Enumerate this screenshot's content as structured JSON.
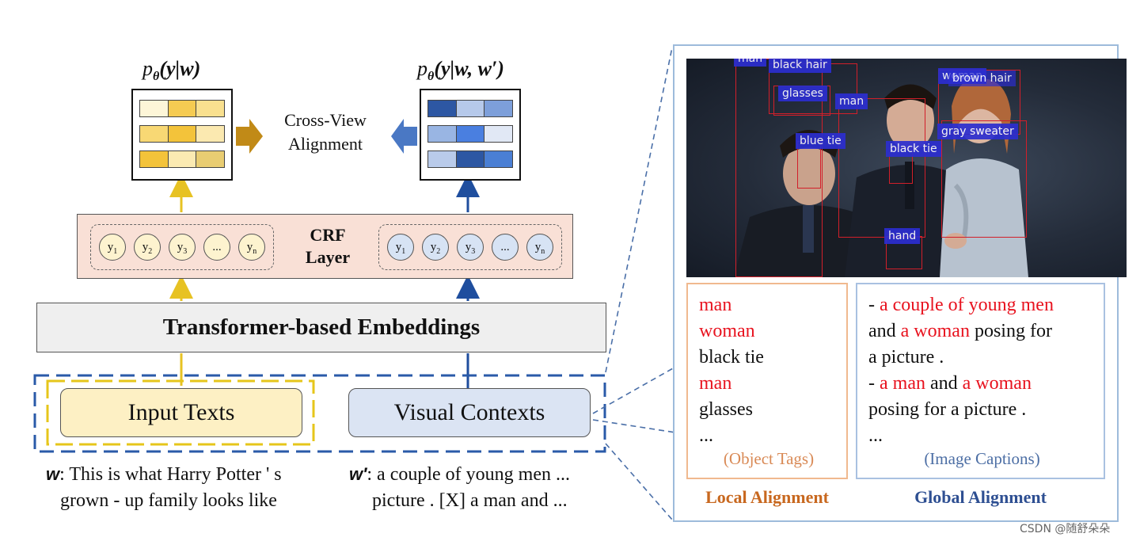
{
  "left": {
    "prob_left": {
      "p": "p",
      "theta": "θ",
      "args": "(y|w)"
    },
    "prob_right": {
      "p": "p",
      "theta": "θ",
      "args": "(y|w, w′)"
    },
    "cross_view": [
      "Cross-View",
      "Alignment"
    ],
    "crf_label": [
      "CRF",
      "Layer"
    ],
    "nodes": [
      "y1",
      "y2",
      "y3",
      "...",
      "yn"
    ],
    "embeddings": "Transformer-based Embeddings",
    "input_texts": "Input Texts",
    "visual_contexts": "Visual Contexts",
    "example_w": {
      "symbol": "w",
      "line1": ": This is what Harry Potter ' s",
      "line2": "grown - up family looks like"
    },
    "example_w2": {
      "symbol": "w′",
      "line1": ": a couple of young men ...",
      "line2": "picture . [X] a man and ..."
    },
    "colors": {
      "yellow": "#e7c223",
      "blue": "#1f4e9e",
      "brown_arrow": "#c18a17",
      "blue_arrow": "#4a78c4",
      "dashed_blue": "#2a5aa8",
      "dashed_yellow": "#e6c61a"
    },
    "yellow_matrix": [
      [
        "#fdf6d8",
        "#f5cb52",
        "#f9e08f"
      ],
      [
        "#f8d874",
        "#f3c33a",
        "#fbe9b0"
      ],
      [
        "#f3c33a",
        "#fbeab2",
        "#e9cd72"
      ]
    ],
    "blue_matrix": [
      [
        "#2d57a3",
        "#b6c9ea",
        "#7d9fda"
      ],
      [
        "#99b5e3",
        "#4a7fe0",
        "#e1e8f5"
      ],
      [
        "#b9cbea",
        "#2d57a3",
        "#4a7fd4"
      ]
    ]
  },
  "right": {
    "tags": [
      "man",
      "black hair",
      "woman",
      "brown hair",
      "glasses",
      "man",
      "gray sweater",
      "blue tie",
      "black tie",
      "hand"
    ],
    "object_tags": {
      "lines": [
        {
          "text": "man",
          "red": true
        },
        {
          "text": "woman",
          "red": true
        },
        {
          "text": "black tie",
          "red": false
        },
        {
          "text": "man",
          "red": true
        },
        {
          "text": "glasses",
          "red": false
        },
        {
          "text": "...",
          "red": false
        }
      ],
      "label": "(Object Tags)"
    },
    "captions": {
      "lines": [
        [
          {
            "t": "- ",
            "r": false
          },
          {
            "t": "a couple of young men",
            "r": true
          }
        ],
        [
          {
            "t": "and ",
            "r": false
          },
          {
            "t": "a woman",
            "r": true
          },
          {
            "t": " posing for",
            "r": false
          }
        ],
        [
          {
            "t": "a picture .",
            "r": false
          }
        ],
        [
          {
            "t": "- ",
            "r": false
          },
          {
            "t": "a man",
            "r": true
          },
          {
            "t": " and ",
            "r": false
          },
          {
            "t": "a woman",
            "r": true
          }
        ],
        [
          {
            "t": "posing for a picture .",
            "r": false
          }
        ],
        [
          {
            "t": "...",
            "r": false
          }
        ]
      ],
      "label": "(Image Captions)"
    },
    "local_alignment": "Local Alignment",
    "global_alignment": "Global Alignment",
    "colors": {
      "red_text": "#e8121e",
      "local_label": "#c8681f",
      "global_label": "#2e4f92"
    }
  },
  "watermark": "CSDN @随舒朵朵"
}
